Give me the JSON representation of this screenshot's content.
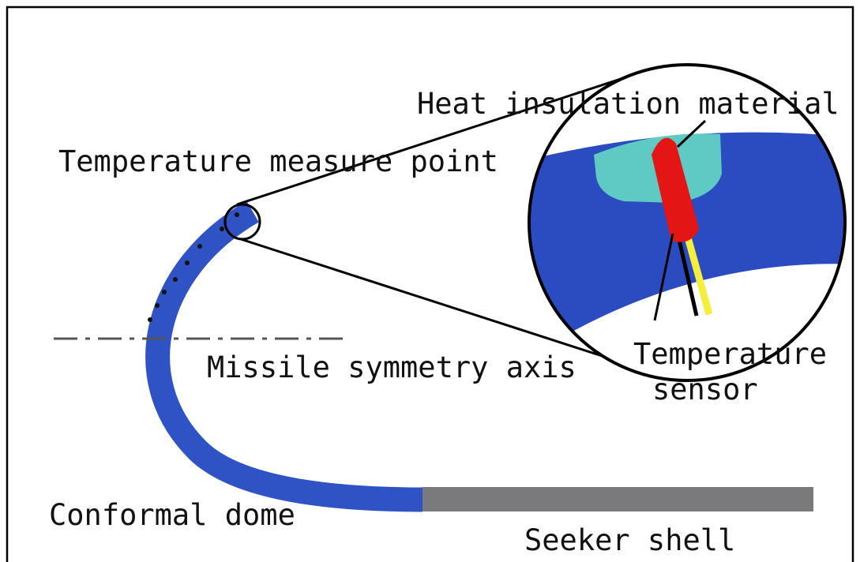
{
  "labels": {
    "temperature_measure_point": "Temperature measure point",
    "heat_insulation_material": "Heat insulation material",
    "missile_symmetry_axis": "Missile symmetry axis",
    "temperature_sensor_line1": "Temperature",
    "temperature_sensor_line2": "sensor",
    "conformal_dome": "Conformal dome",
    "seeker_shell": "Seeker shell"
  },
  "colors": {
    "dome_blue": "#2f52c4",
    "zoom_blue": "#2b4bc0",
    "insulation": "#5fc9c4",
    "sensor_red": "#e41515",
    "sensor_wire_yellow": "#f4ef3c",
    "seeker_shell_gray": "#7a7a7c",
    "axis_line": "#555555",
    "frame": "#000000"
  }
}
